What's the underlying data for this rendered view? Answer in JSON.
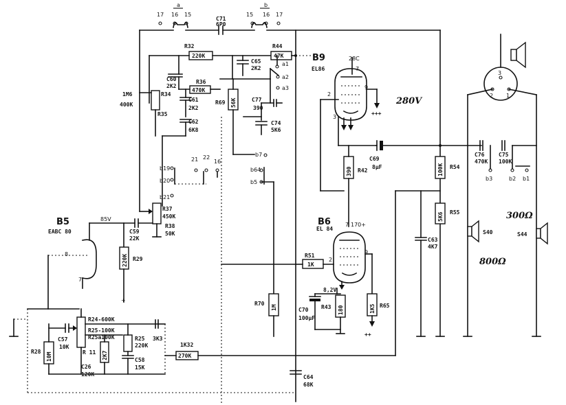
{
  "header": {
    "a": "a",
    "b": "b",
    "pins_left": [
      "17",
      "16",
      "15"
    ],
    "pins_right": [
      "15",
      "16",
      "17"
    ],
    "c71": "C71",
    "c71_val": "6P0"
  },
  "voltages": {
    "v280": "280V",
    "v85": "85V",
    "v170": "170+",
    "v8_2": "8,2V",
    "v280small": "28C",
    "plus3": "+++",
    "plus2": "++",
    "plus1": "+"
  },
  "impedances": {
    "z300": "300Ω",
    "z800": "800Ω"
  },
  "tubes": {
    "b5": {
      "name": "B5",
      "type": "EABC 80"
    },
    "b6": {
      "name": "B6",
      "type": "EL 84"
    },
    "b9": {
      "name": "B9",
      "type": "EL86"
    }
  },
  "parts": {
    "r32": "R32",
    "r32v": "220K",
    "r44": "R44",
    "r44v": "47K",
    "c65": "C65",
    "c65v": "2K2",
    "c60": "C60",
    "c60v": "2K2",
    "r36": "R36",
    "r36v": "470K",
    "r69": "R69",
    "r69v": "56K",
    "c77": "C77",
    "c77v": "390",
    "c74": "C74",
    "c74v": "5K6",
    "c61": "C61",
    "c61v": "2K2",
    "c62": "C62",
    "c62v": "6K8",
    "r34": "R34",
    "r34v1": "1M6",
    "r34v2": "400K",
    "r35": "R35",
    "r37": "R37",
    "r37v": "450K",
    "r38": "R38",
    "r38v": "50K",
    "c59": "C59",
    "c59v": "22K",
    "r29": "R29",
    "r29v": "220K",
    "r42": "R42",
    "r42v": "390",
    "c69": "C69",
    "c69v": "8μF",
    "r54": "R54",
    "r54v": "100K",
    "r55": "R55",
    "r55v": "5K6",
    "c76": "C76",
    "c76v": "470K",
    "c75": "C75",
    "c75v": "100K",
    "c63": "C63",
    "c63v": "4K7",
    "r51": "R51",
    "r51v": "1K",
    "r70": "R70",
    "r70v": "1M",
    "c70": "C70",
    "c70v": "100μF",
    "r43": "R43",
    "r43v": "180",
    "r65": "R65",
    "r65v": "1K5",
    "r24": "R24-600K",
    "r25": "R25-100K",
    "r25b": "R25a100K",
    "r11": "R 11",
    "r11v": "2K7",
    "c57": "C57",
    "c57v": "10K",
    "r28": "R28",
    "r28v": "10M",
    "c26": "C26",
    "c26v": "120K",
    "c58": "C58",
    "c58v": "15K",
    "r25c": "R25",
    "r25cv": "220K",
    "c3v": "3K3",
    "r62": "1K32",
    "r62v": "270K",
    "c64": "C64",
    "c64v": "68K",
    "s40": "S40",
    "s44": "S44"
  },
  "switch": {
    "a1": "a1",
    "a2": "a2",
    "a3": "a3",
    "b1": "b1",
    "b2": "b2",
    "b3": "b3",
    "b5": "b5",
    "b6": "b64",
    "b7": "b7",
    "b19": "b19",
    "b20": "b20",
    "b21": "b21",
    "p21": "21",
    "p22": "22",
    "p16": "16"
  },
  "connector": {
    "p1": "1",
    "p2": "2",
    "p3": "3"
  },
  "pins": {
    "p2": "2",
    "p3": "3",
    "p7": "7",
    "p8": "8",
    "p9": "9"
  }
}
